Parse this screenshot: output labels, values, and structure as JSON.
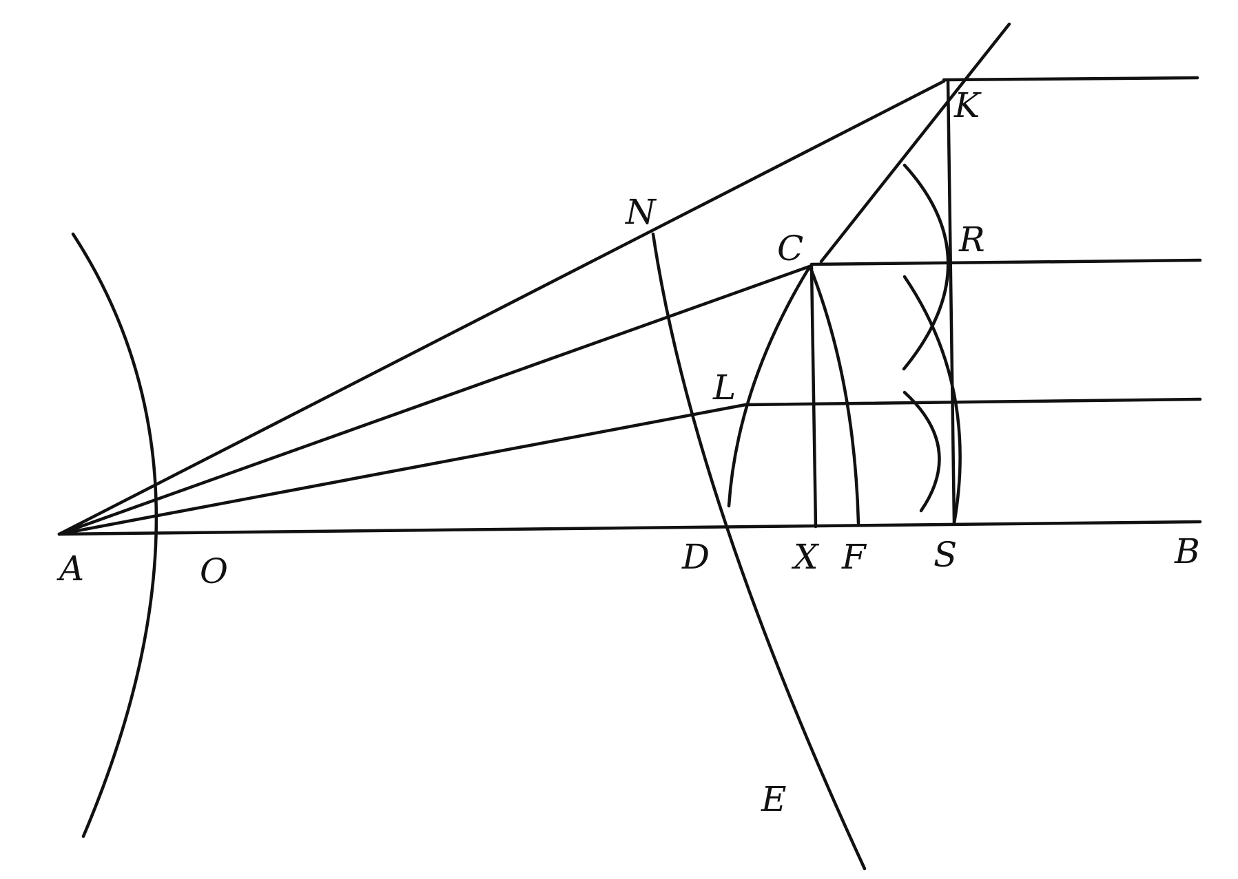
{
  "figure": {
    "labels": {
      "A": "A",
      "O": "O",
      "D": "D",
      "X": "X",
      "F": "F",
      "S": "S",
      "B": "B",
      "N": "N",
      "C": "C",
      "L": "L",
      "K": "K",
      "R": "R",
      "E": "E"
    },
    "ink_color": "#111111",
    "background_color": "#ffffff"
  }
}
